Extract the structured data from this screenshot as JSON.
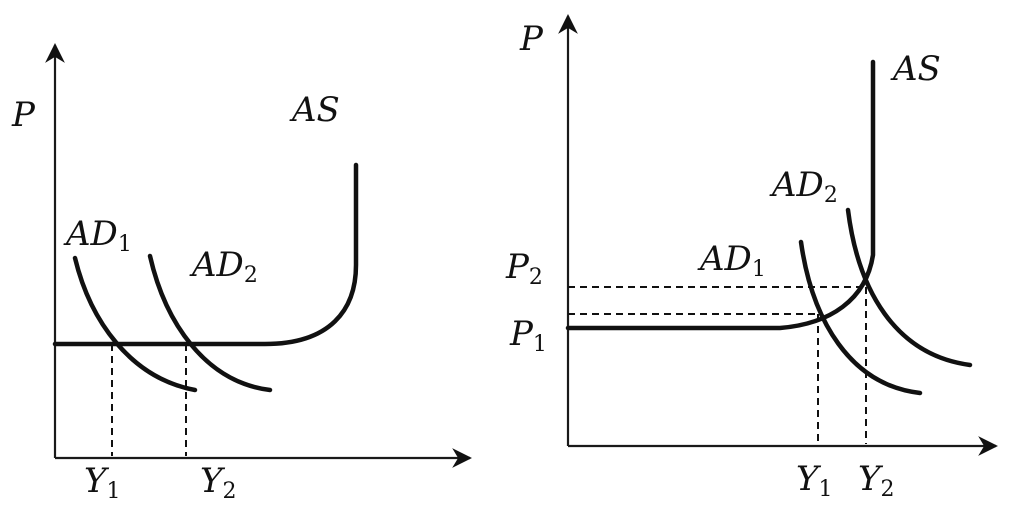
{
  "left_panel": {
    "y_axis_label": "P",
    "supply_label": "AS",
    "ad1_label": {
      "base": "AD",
      "sub": "1"
    },
    "ad2_label": {
      "base": "AD",
      "sub": "2"
    },
    "y1_label": {
      "base": "Y",
      "sub": "1"
    },
    "y2_label": {
      "base": "Y",
      "sub": "2"
    }
  },
  "right_panel": {
    "y_axis_label": "P",
    "supply_label": "AS",
    "ad1_label": {
      "base": "AD",
      "sub": "1"
    },
    "ad2_label": {
      "base": "AD",
      "sub": "2"
    },
    "p1_label": {
      "base": "P",
      "sub": "1"
    },
    "p2_label": {
      "base": "P",
      "sub": "2"
    },
    "y1_label": {
      "base": "Y",
      "sub": "1"
    },
    "y2_label": {
      "base": "Y",
      "sub": "2"
    }
  }
}
